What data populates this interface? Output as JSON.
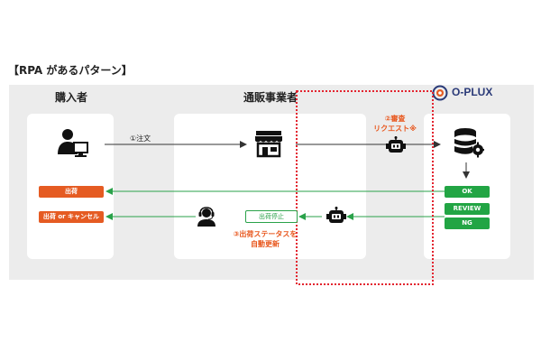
{
  "heading": "【RPA があるパターン】",
  "columns": {
    "buyer": "購入者",
    "merchant": "通販事業者"
  },
  "logo": {
    "text": "O-PLUX"
  },
  "labels": {
    "order": "①注文",
    "review_request": "②審査",
    "review_request_2": "リクエスト※",
    "status_update": "③出荷ステータスを",
    "status_update_2": "自動更新",
    "stop_shipping": "出荷停止"
  },
  "buyer_buttons": {
    "ship": "出荷",
    "ship_or_cancel": "出荷 or キャンセル"
  },
  "results": {
    "ok": "OK",
    "review": "REVIEW",
    "ng": "NG"
  },
  "colors": {
    "orange": "#e55b22",
    "green": "#22a544",
    "red_dotted": "#e3232f",
    "panel": "#ececec",
    "logo_blue": "#2a3a78"
  },
  "icons": [
    "person-computer-icon",
    "store-icon",
    "robot-icon",
    "database-gear-icon",
    "operator-headset-icon",
    "shield-logo-icon"
  ]
}
